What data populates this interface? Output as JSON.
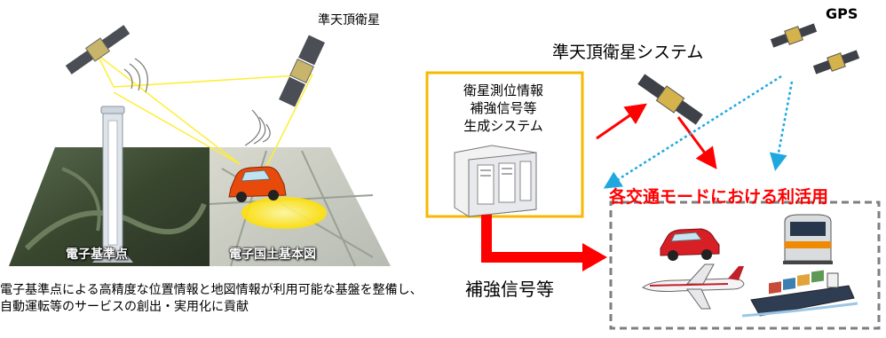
{
  "left": {
    "satellite_label": "準天頂衛星",
    "cors_label": "電子基準点",
    "basemap_label": "電子国土基本図",
    "caption": "電子基準点による高精度な位置情報と地図情報が利用可能な基盤を整備し、自動運転等のサービスの創出・実用化に貢献"
  },
  "right": {
    "gps_label": "GPS",
    "qzss_label": "準天頂衛星システム",
    "box_title": "衛星測位情報\n補強信号等\n生成システム",
    "signal_label": "補強信号等",
    "mode_label": "各交通モードにおける利活用"
  },
  "colors": {
    "box_border": "#f7b800",
    "dashed_border": "#7f7f7f",
    "red_arrow": "#ff0000",
    "blue_arrow": "#1fa8e0",
    "map_dark": "#3e4a3a",
    "beam_yellow": "#ffee33"
  },
  "icons": [
    "satellite-icon",
    "gps-satellite-icon",
    "server-icon",
    "car-icon",
    "train-icon",
    "airplane-icon",
    "cargo-ship-icon",
    "cors-station-icon"
  ]
}
